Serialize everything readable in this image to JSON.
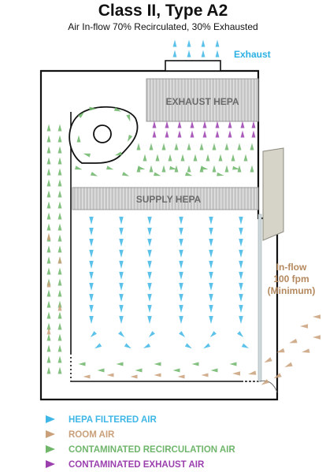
{
  "title": "Class II, Type A2",
  "subtitle": "Air In-flow 70% Recirculated, 30% Exhausted",
  "labels": {
    "exhaust": "Exhaust",
    "exhaust_hepa": "EXHAUST HEPA",
    "supply_hepa": "SUPPLY HEPA",
    "inflow_line1": "In-flow",
    "inflow_line2": "100 fpm",
    "inflow_line3": "(Minimum)"
  },
  "legend": [
    {
      "label": "HEPA FILTERED AIR",
      "color": "#3fb7e6"
    },
    {
      "label": "ROOM AIR",
      "color": "#c9a07a"
    },
    {
      "label": "CONTAMINATED RECIRCULATION AIR",
      "color": "#6fb66b"
    },
    {
      "label": "CONTAMINATED EXHAUST AIR",
      "color": "#9b3fae"
    }
  ],
  "colors": {
    "blue": "#3fb7e6",
    "brown": "#c9a07a",
    "green": "#6fb66b",
    "purple": "#9b3fae",
    "filter": "#bdbdbd",
    "outline": "#111111"
  }
}
